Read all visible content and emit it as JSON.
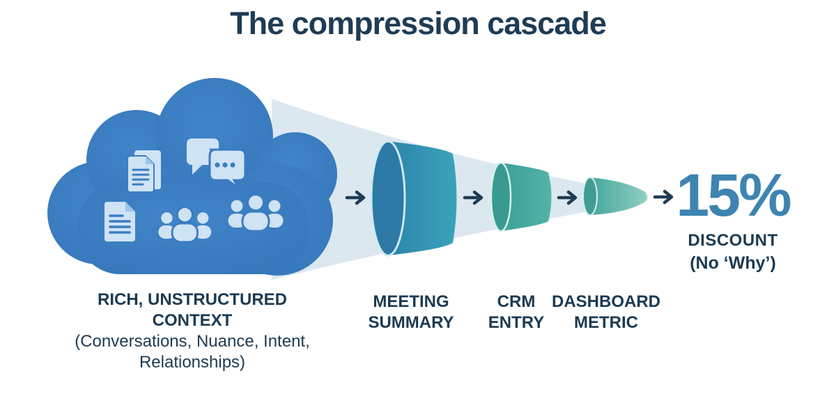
{
  "title": "The compression cascade",
  "stages": [
    {
      "label": "RICH, UNSTRUCTURED CONTEXT",
      "sublabel": "(Conversations, Nuance, Intent, Relationships)"
    },
    {
      "label": "MEETING SUMMARY"
    },
    {
      "label": "CRM ENTRY"
    },
    {
      "label": "DASHBOARD METRIC"
    }
  ],
  "result": {
    "value": "15%",
    "label": "DISCOUNT",
    "sublabel": "(No ‘Why’)"
  },
  "cloud_icons": [
    "documents-icon",
    "chat-bubbles-icon",
    "document-icon",
    "people-group-icon",
    "people-group-icon"
  ],
  "colors": {
    "title_text": "#1e3c55",
    "label_text": "#1c3a52",
    "cloud_blue": "#3a7dc2",
    "icon_light": "#cfe3f5",
    "beam": "#dce8ef",
    "cylinder_blue_face": "#2d7aa7",
    "cylinder_blue_body": "#3aa3bb",
    "cylinder_teal_face": "#399a91",
    "cylinder_teal_body": "#52b3a7",
    "cone_teal": "#43a79b",
    "rim_light": "#cfe9f1",
    "arrow": "#1f3c55",
    "result_value": "#3e84b0",
    "background": "#ffffff"
  }
}
